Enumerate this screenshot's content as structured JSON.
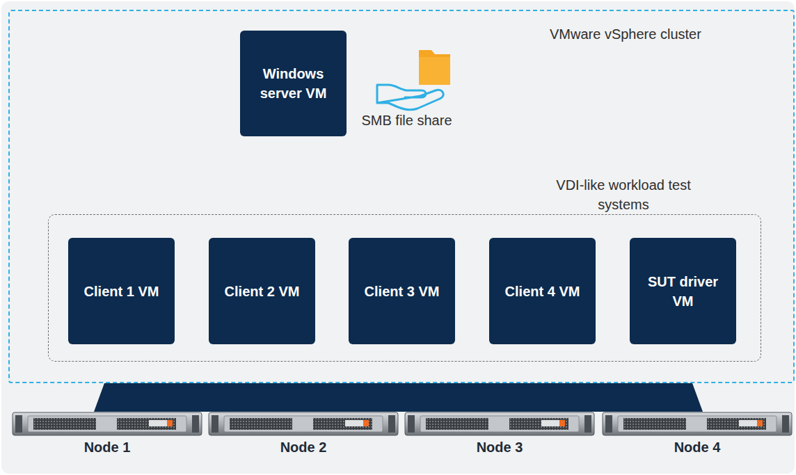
{
  "diagram": {
    "nodes": [
      {
        "text": [
          "VMware vSphere cluster"
        ]
      },
      {
        "text": [
          "Windows server VM"
        ],
        "in": 0
      },
      {
        "text": [
          "SMB file share"
        ],
        "in": 0
      },
      {
        "text": [
          "VDI-like workload test systems"
        ],
        "in": 0
      },
      {
        "text": [
          "Client 1 VM"
        ],
        "in": 3
      },
      {
        "text": [
          "Client 2 VM"
        ],
        "in": 3
      },
      {
        "text": [
          "Client 3 VM"
        ],
        "in": 3
      },
      {
        "text": [
          "Client 4 VM"
        ],
        "in": 3
      },
      {
        "text": [
          "SUT driver VM"
        ],
        "in": 3
      }
    ],
    "edges": [
      {
        "from": 4,
        "to": 2,
        "arrow": "to"
      },
      {
        "from": 5,
        "to": 2,
        "arrow": "to"
      },
      {
        "from": 6,
        "to": 2,
        "arrow": "to"
      },
      {
        "from": 7,
        "to": 2,
        "arrow": "to"
      }
    ],
    "labels": [
      "Node 1",
      "Node 2",
      "Node 3",
      "Node 4"
    ]
  }
}
